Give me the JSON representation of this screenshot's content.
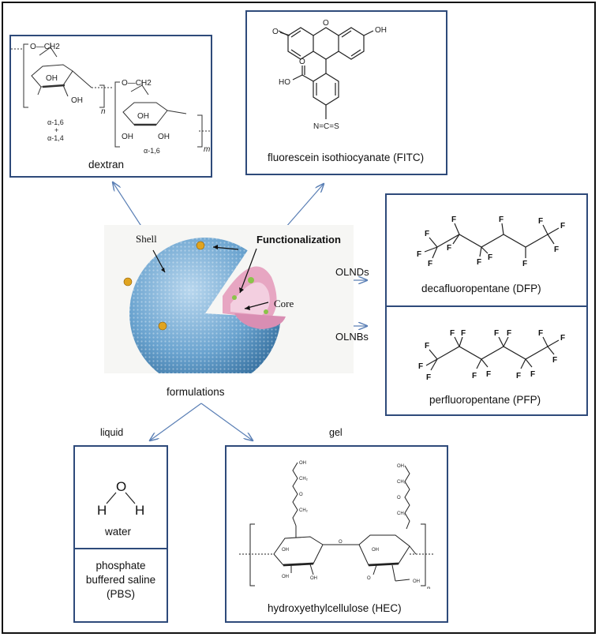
{
  "shell_components": {
    "dextran": {
      "caption": "dextran",
      "link_a": "α-1,6",
      "plus": "+",
      "link_b": "α-1,4",
      "link_c": "α-1,6",
      "sub_n": "n",
      "sub_m": "m",
      "group_ch2": "O—CH2",
      "oh": "OH"
    },
    "fitc": {
      "caption": "fluorescein isothiocyanate (FITC)",
      "ho_label": "HO",
      "oh_label": "OH",
      "o_label": "O",
      "ncs_label": "N=C=S"
    }
  },
  "particle": {
    "shell_label": "Shell",
    "functionalization_label": "Functionalization",
    "core_label": "Core"
  },
  "core_components": {
    "branch_top": "OLNDs",
    "branch_bottom": "OLNBs",
    "dfp": {
      "caption": "decafluoropentane (DFP)"
    },
    "pfp": {
      "caption": "perfluoropentane (PFP)"
    },
    "f_atom": "F"
  },
  "formulations": {
    "title": "formulations",
    "liquid_label": "liquid",
    "gel_label": "gel",
    "water": {
      "caption": "water",
      "o": "O",
      "h": "H"
    },
    "pbs": {
      "caption_lines": [
        "phosphate",
        "buffered saline",
        "(PBS)"
      ]
    },
    "hec": {
      "caption": "hydroxyethylcellulose (HEC)",
      "sub_n": "n"
    }
  }
}
